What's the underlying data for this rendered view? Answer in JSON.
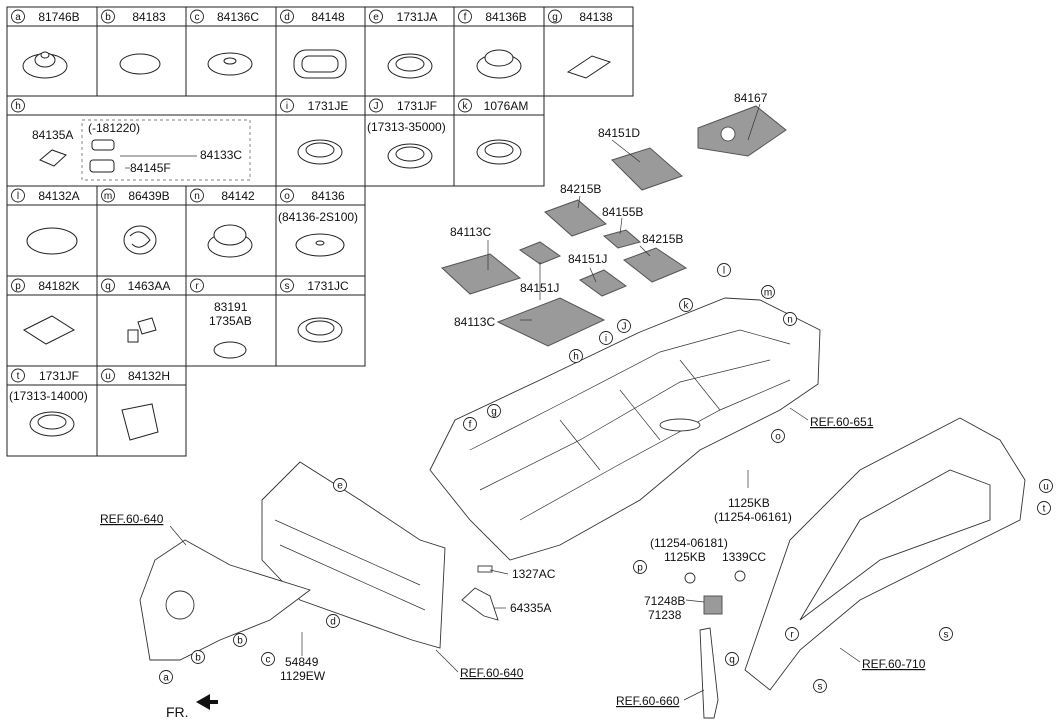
{
  "parts_grid": [
    {
      "letter": "a",
      "number": "81746B"
    },
    {
      "letter": "b",
      "number": "84183"
    },
    {
      "letter": "c",
      "number": "84136C"
    },
    {
      "letter": "d",
      "number": "84148"
    },
    {
      "letter": "e",
      "number": "1731JA"
    },
    {
      "letter": "f",
      "number": "84136B"
    },
    {
      "letter": "g",
      "number": "84138"
    },
    {
      "letter": "h",
      "number": ""
    },
    {
      "letter": "i",
      "number": "1731JE"
    },
    {
      "letter": "J",
      "number": "1731JF"
    },
    {
      "letter": "k",
      "number": "1076AM"
    },
    {
      "letter": "l",
      "number": "84132A"
    },
    {
      "letter": "m",
      "number": "86439B"
    },
    {
      "letter": "n",
      "number": "84142"
    },
    {
      "letter": "o",
      "number": "84136"
    },
    {
      "letter": "p",
      "number": "84182K"
    },
    {
      "letter": "q",
      "number": "1463AA"
    },
    {
      "letter": "r",
      "number": ""
    },
    {
      "letter": "s",
      "number": "1731JC"
    },
    {
      "letter": "t",
      "number": "1731JF"
    },
    {
      "letter": "u",
      "number": "84132H"
    }
  ],
  "cell_notes": {
    "h_left": "84135A",
    "h_date": "(-181220)",
    "h_sub1": "84145F",
    "h_sub2": "84133C",
    "j_note": "(17313-35000)",
    "o_note": "(84136-2S100)",
    "r_line1": "83191",
    "r_line2": "1735AB",
    "t_note": "(17313-14000)"
  },
  "callouts": {
    "c84167": "84167",
    "c84151D": "84151D",
    "c84215B_a": "84215B",
    "c84155B": "84155B",
    "c84215B_b": "84215B",
    "c84113C_a": "84113C",
    "c84151J_a": "84151J",
    "c84151J_b": "84151J",
    "c84113C_b": "84113C",
    "c1125KB_a": "1125KB",
    "c11254_06161": "(11254-06161)",
    "c11254_06181": "(11254-06181)",
    "c1125KB_b": "1125KB",
    "c1339CC": "1339CC",
    "c71248B": "71248B",
    "c71238": "71238",
    "c1327AC": "1327AC",
    "c64335A": "64335A",
    "c54849": "54849",
    "c1129EW": "1129EW",
    "fr": "FR."
  },
  "refs": {
    "ref_651": "REF.60-651",
    "ref_640_a": "REF.60-640",
    "ref_640_b": "REF.60-640",
    "ref_710": "REF.60-710",
    "ref_660": "REF.60-660"
  },
  "body_letters": {
    "l": "l",
    "m": "m",
    "k": "k",
    "n": "n",
    "J": "J",
    "i": "i",
    "h": "h",
    "g": "g",
    "f": "f",
    "o": "o",
    "e": "e",
    "d": "d",
    "c": "c",
    "b": "b",
    "b2": "b",
    "a": "a",
    "p": "p",
    "u": "u",
    "t": "t",
    "r": "r",
    "s": "s",
    "s2": "s",
    "q": "q"
  }
}
